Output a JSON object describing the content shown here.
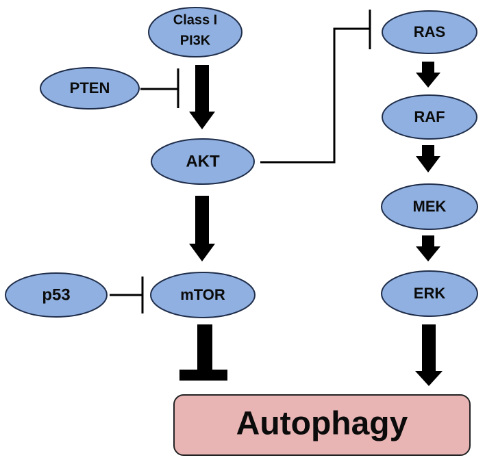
{
  "colors": {
    "node_fill": "#8fb0e0",
    "node_stroke": "#1f2d4a",
    "box_fill": "#e8b4b4",
    "line": "#000000"
  },
  "nodes": {
    "class1_pi3k_line1": "Class I",
    "class1_pi3k_line2": "PI3K",
    "pten": "PTEN",
    "akt": "AKT",
    "p53": "p53",
    "mtor": "mTOR",
    "ras": "RAS",
    "raf": "RAF",
    "mek": "MEK",
    "erk": "ERK"
  },
  "outcome": {
    "label": "Autophagy"
  },
  "relations": [
    {
      "from": "Class I PI3K",
      "to": "AKT",
      "type": "activation"
    },
    {
      "from": "PTEN",
      "to": "Class I PI3K → AKT",
      "type": "inhibition"
    },
    {
      "from": "AKT",
      "to": "mTOR",
      "type": "activation"
    },
    {
      "from": "p53",
      "to": "mTOR",
      "type": "inhibition"
    },
    {
      "from": "AKT",
      "to": "RAS",
      "type": "inhibition"
    },
    {
      "from": "RAS",
      "to": "RAF",
      "type": "activation"
    },
    {
      "from": "RAF",
      "to": "MEK",
      "type": "activation"
    },
    {
      "from": "MEK",
      "to": "ERK",
      "type": "activation"
    },
    {
      "from": "mTOR",
      "to": "Autophagy",
      "type": "inhibition"
    },
    {
      "from": "ERK",
      "to": "Autophagy",
      "type": "activation"
    }
  ]
}
